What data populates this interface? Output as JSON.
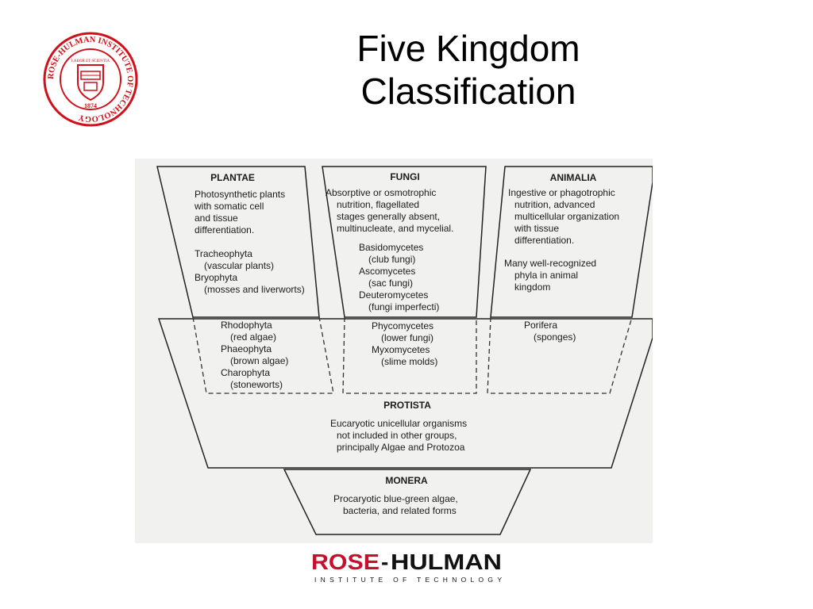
{
  "slide": {
    "title_line1": "Five Kingdom",
    "title_line2": "Classification"
  },
  "seal": {
    "text": "ROSE-HULMAN INSTITUTE OF TECHNOLOGY",
    "year": "1874",
    "motto": "LABOR ET SCIENTIA",
    "color": "#d0111a"
  },
  "diagram": {
    "plantae": {
      "header": "PLANTAE",
      "desc": [
        "Photosynthetic  plants",
        "with somatic  cell",
        "and tissue",
        "differentiation."
      ],
      "groups": [
        "Tracheophyta",
        "(vascular plants)",
        "Bryophyta",
        "(mosses and liverworts)"
      ],
      "overlap": [
        "Rhodophyta",
        "(red algae)",
        "Phaeophyta",
        "(brown algae)",
        "Charophyta",
        "(stoneworts)"
      ]
    },
    "fungi": {
      "header": "FUNGI",
      "desc": [
        "Absorptive or osmotrophic",
        "nutrition, flagellated",
        "stages generally absent,",
        "multinucleate, and mycelial."
      ],
      "groups": [
        "Basidomycetes",
        "(club fungi)",
        "Ascomycetes",
        "(sac fungi)",
        "Deuteromycetes",
        "(fungi imperfecti)"
      ],
      "overlap": [
        "Phycomycetes",
        "(lower fungi)",
        "Myxomycetes",
        "(slime molds)"
      ]
    },
    "animalia": {
      "header": "ANIMALIA",
      "desc": [
        "Ingestive or phagotrophic",
        "nutrition, advanced",
        "multicellular  organization",
        "with  tissue",
        "differentiation."
      ],
      "groups": [
        "Many well-recognized",
        "phyla in animal",
        "kingdom"
      ],
      "overlap": [
        "Porifera",
        "(sponges)"
      ]
    },
    "protista": {
      "header": "PROTISTA",
      "desc": [
        "Eucaryotic unicellular organisms",
        "not included in other groups,",
        "principally Algae and Protozoa"
      ]
    },
    "monera": {
      "header": "MONERA",
      "desc": [
        "Procaryotic blue-green algae,",
        "bacteria, and related forms"
      ]
    }
  },
  "footer": {
    "brand_rose": "ROSE",
    "brand_dash": "-",
    "brand_hulman": "HULMAN",
    "tagline": "INSTITUTE OF TECHNOLOGY",
    "rose_color": "#c8102e",
    "hulman_color": "#111111"
  }
}
